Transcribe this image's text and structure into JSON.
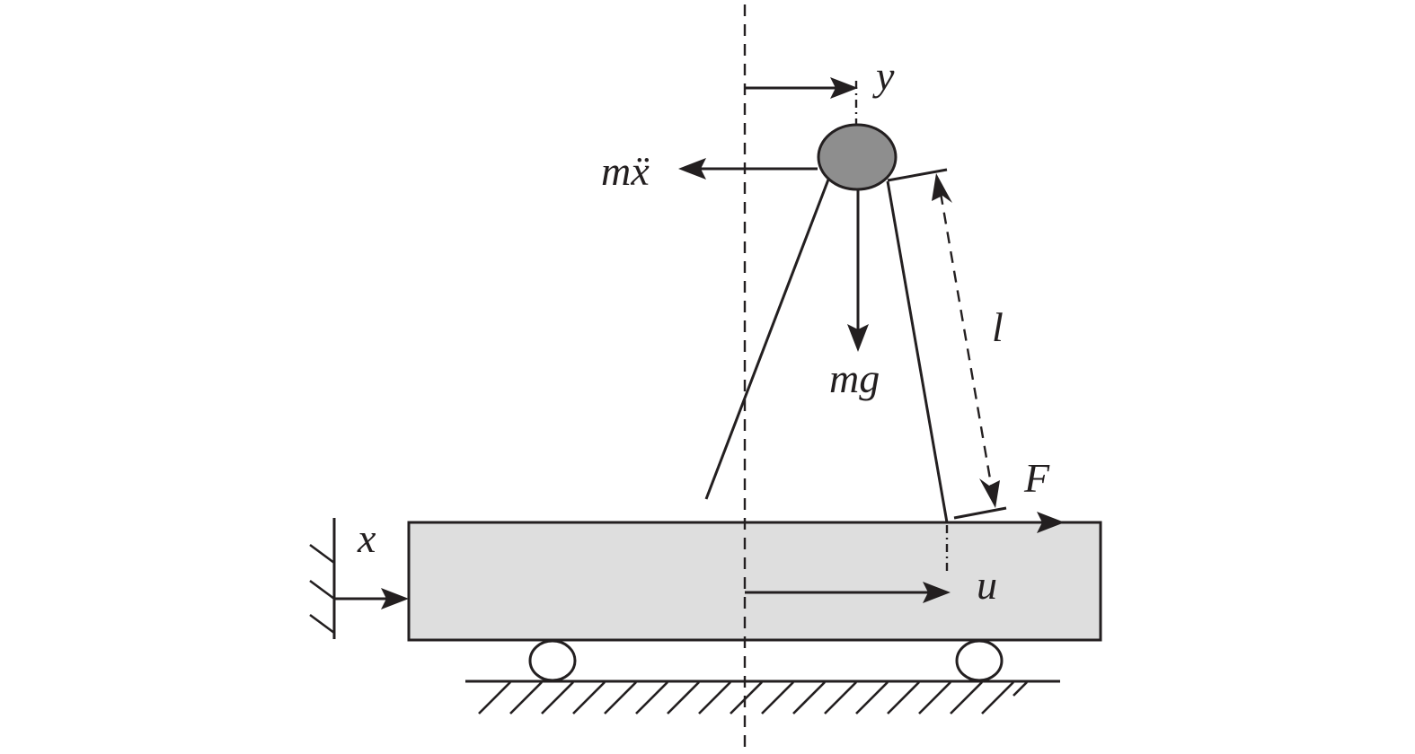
{
  "labels": {
    "y": "y",
    "m_xddot": "mẍ",
    "mg": "mg",
    "l": "l",
    "F": "F",
    "x": "x",
    "u": "u"
  },
  "colors": {
    "ink": "#231f20",
    "cart_fill": "#dedede",
    "mass_fill": "#8e8e8e",
    "background": "#ffffff"
  }
}
